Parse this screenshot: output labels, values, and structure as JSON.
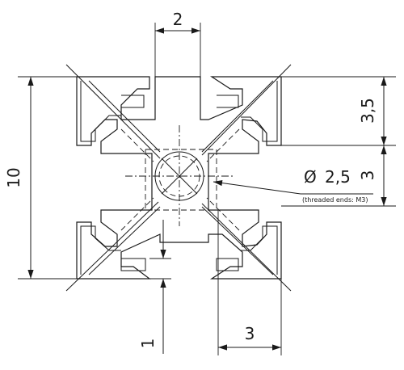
{
  "dimensions": {
    "slot_width": "2",
    "height_outer": "10",
    "upper_depth": "3,5",
    "lower_depth": "3",
    "bore_symbol": "Ø",
    "bore_value": "2,5",
    "bore_note": "(threaded ends: M3)",
    "lip_thickness": "1",
    "corner_width": "3"
  }
}
